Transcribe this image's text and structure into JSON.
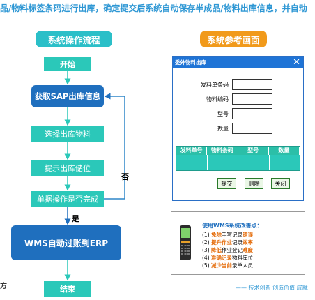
{
  "header": {
    "text": "品/物料标签条码进行出库，确定提交后系统自动保存半成品/物料出库信息，并自动"
  },
  "flow": {
    "title": "系统操作流程",
    "steps": {
      "start": "开始",
      "sap": "获取SAP出库信息",
      "select": "选择出库物料",
      "location": "提示出库储位",
      "check": "单据操作是否完成",
      "wms": "WMS自动过账到ERP",
      "end": "结束"
    },
    "labels": {
      "no": "否",
      "yes": "是"
    },
    "left_edge_char": "方"
  },
  "reference": {
    "title": "系统参考画面",
    "dialog": {
      "title": "委外物料出库",
      "close_icon": "close-icon",
      "fields": [
        {
          "label": "发料单条码",
          "value": ""
        },
        {
          "label": "物料编码",
          "value": ""
        },
        {
          "label": "型号",
          "value": ""
        },
        {
          "label": "数量",
          "value": ""
        }
      ],
      "grid_headers": [
        "发料单号",
        "物料条码",
        "型号",
        "数量"
      ],
      "buttons": {
        "submit": "提交",
        "delete": "删除",
        "close": "关闭"
      }
    }
  },
  "improvements": {
    "title": "使用WMS系统改善点：",
    "items": [
      {
        "prefix": "(1) ",
        "highlight": "免除",
        "rest1": "手写记录",
        "highlight2": "错误"
      },
      {
        "prefix": "(2) ",
        "highlight": "提升作业",
        "rest1": "记录",
        "highlight2": "效率"
      },
      {
        "prefix": "(3) ",
        "highlight": "降低",
        "rest1": "作业登记",
        "highlight2": "难度"
      },
      {
        "prefix": "(4) ",
        "highlight": "准确记录",
        "rest1": "物料库位",
        "highlight2": ""
      },
      {
        "prefix": "(5) ",
        "highlight": "减少当前",
        "rest1": "录单人员",
        "highlight2": ""
      }
    ],
    "device_icon": "handheld-scanner-icon"
  },
  "slogan": "—— 技术创新 创造价值 成就",
  "colors": {
    "teal": "#2bc8b9",
    "blue": "#1f6fbe",
    "orange": "#f19a1b",
    "accent": "#2e97d4"
  }
}
